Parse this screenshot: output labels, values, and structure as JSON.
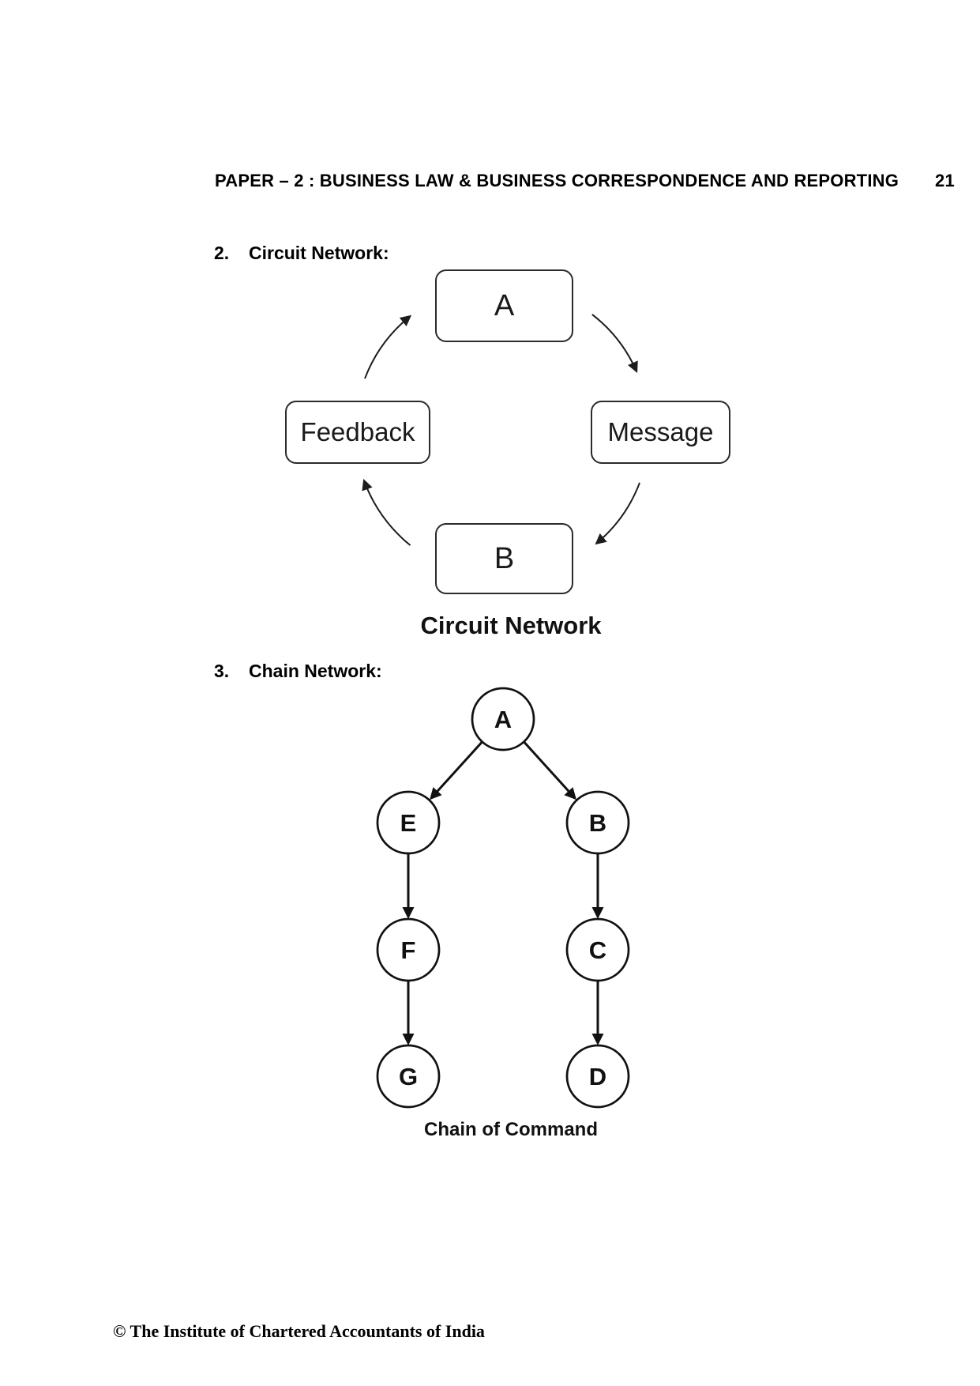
{
  "page": {
    "header": {
      "title": "PAPER – 2 : BUSINESS LAW & BUSINESS CORRESPONDENCE AND REPORTING",
      "page_number": "21"
    },
    "items": {
      "circuit": {
        "number": "2.",
        "label": "Circuit Network:"
      },
      "chain": {
        "number": "3.",
        "label": "Chain Network:"
      }
    },
    "footer": {
      "copyright": "© The Institute of Chartered Accountants of India"
    }
  },
  "circuit_diagram": {
    "caption": "Circuit Network",
    "nodes": {
      "top": "A",
      "right": "Message",
      "bottom": "B",
      "left": "Feedback"
    },
    "flow_cycle": [
      "A",
      "Message",
      "B",
      "Feedback"
    ]
  },
  "chain_diagram": {
    "caption": "Chain of Command",
    "nodes": {
      "root": "A",
      "left_child": "E",
      "left_grandchild": "F",
      "left_greatgrandchild": "G",
      "right_child": "B",
      "right_grandchild": "C",
      "right_greatgrandchild": "D"
    },
    "edges": [
      "A→E",
      "A→B",
      "E→F",
      "B→C",
      "F→G",
      "C→D"
    ]
  },
  "colors": {
    "ink": "#000000",
    "stroke": "#2b2b2b",
    "background": "#ffffff"
  }
}
